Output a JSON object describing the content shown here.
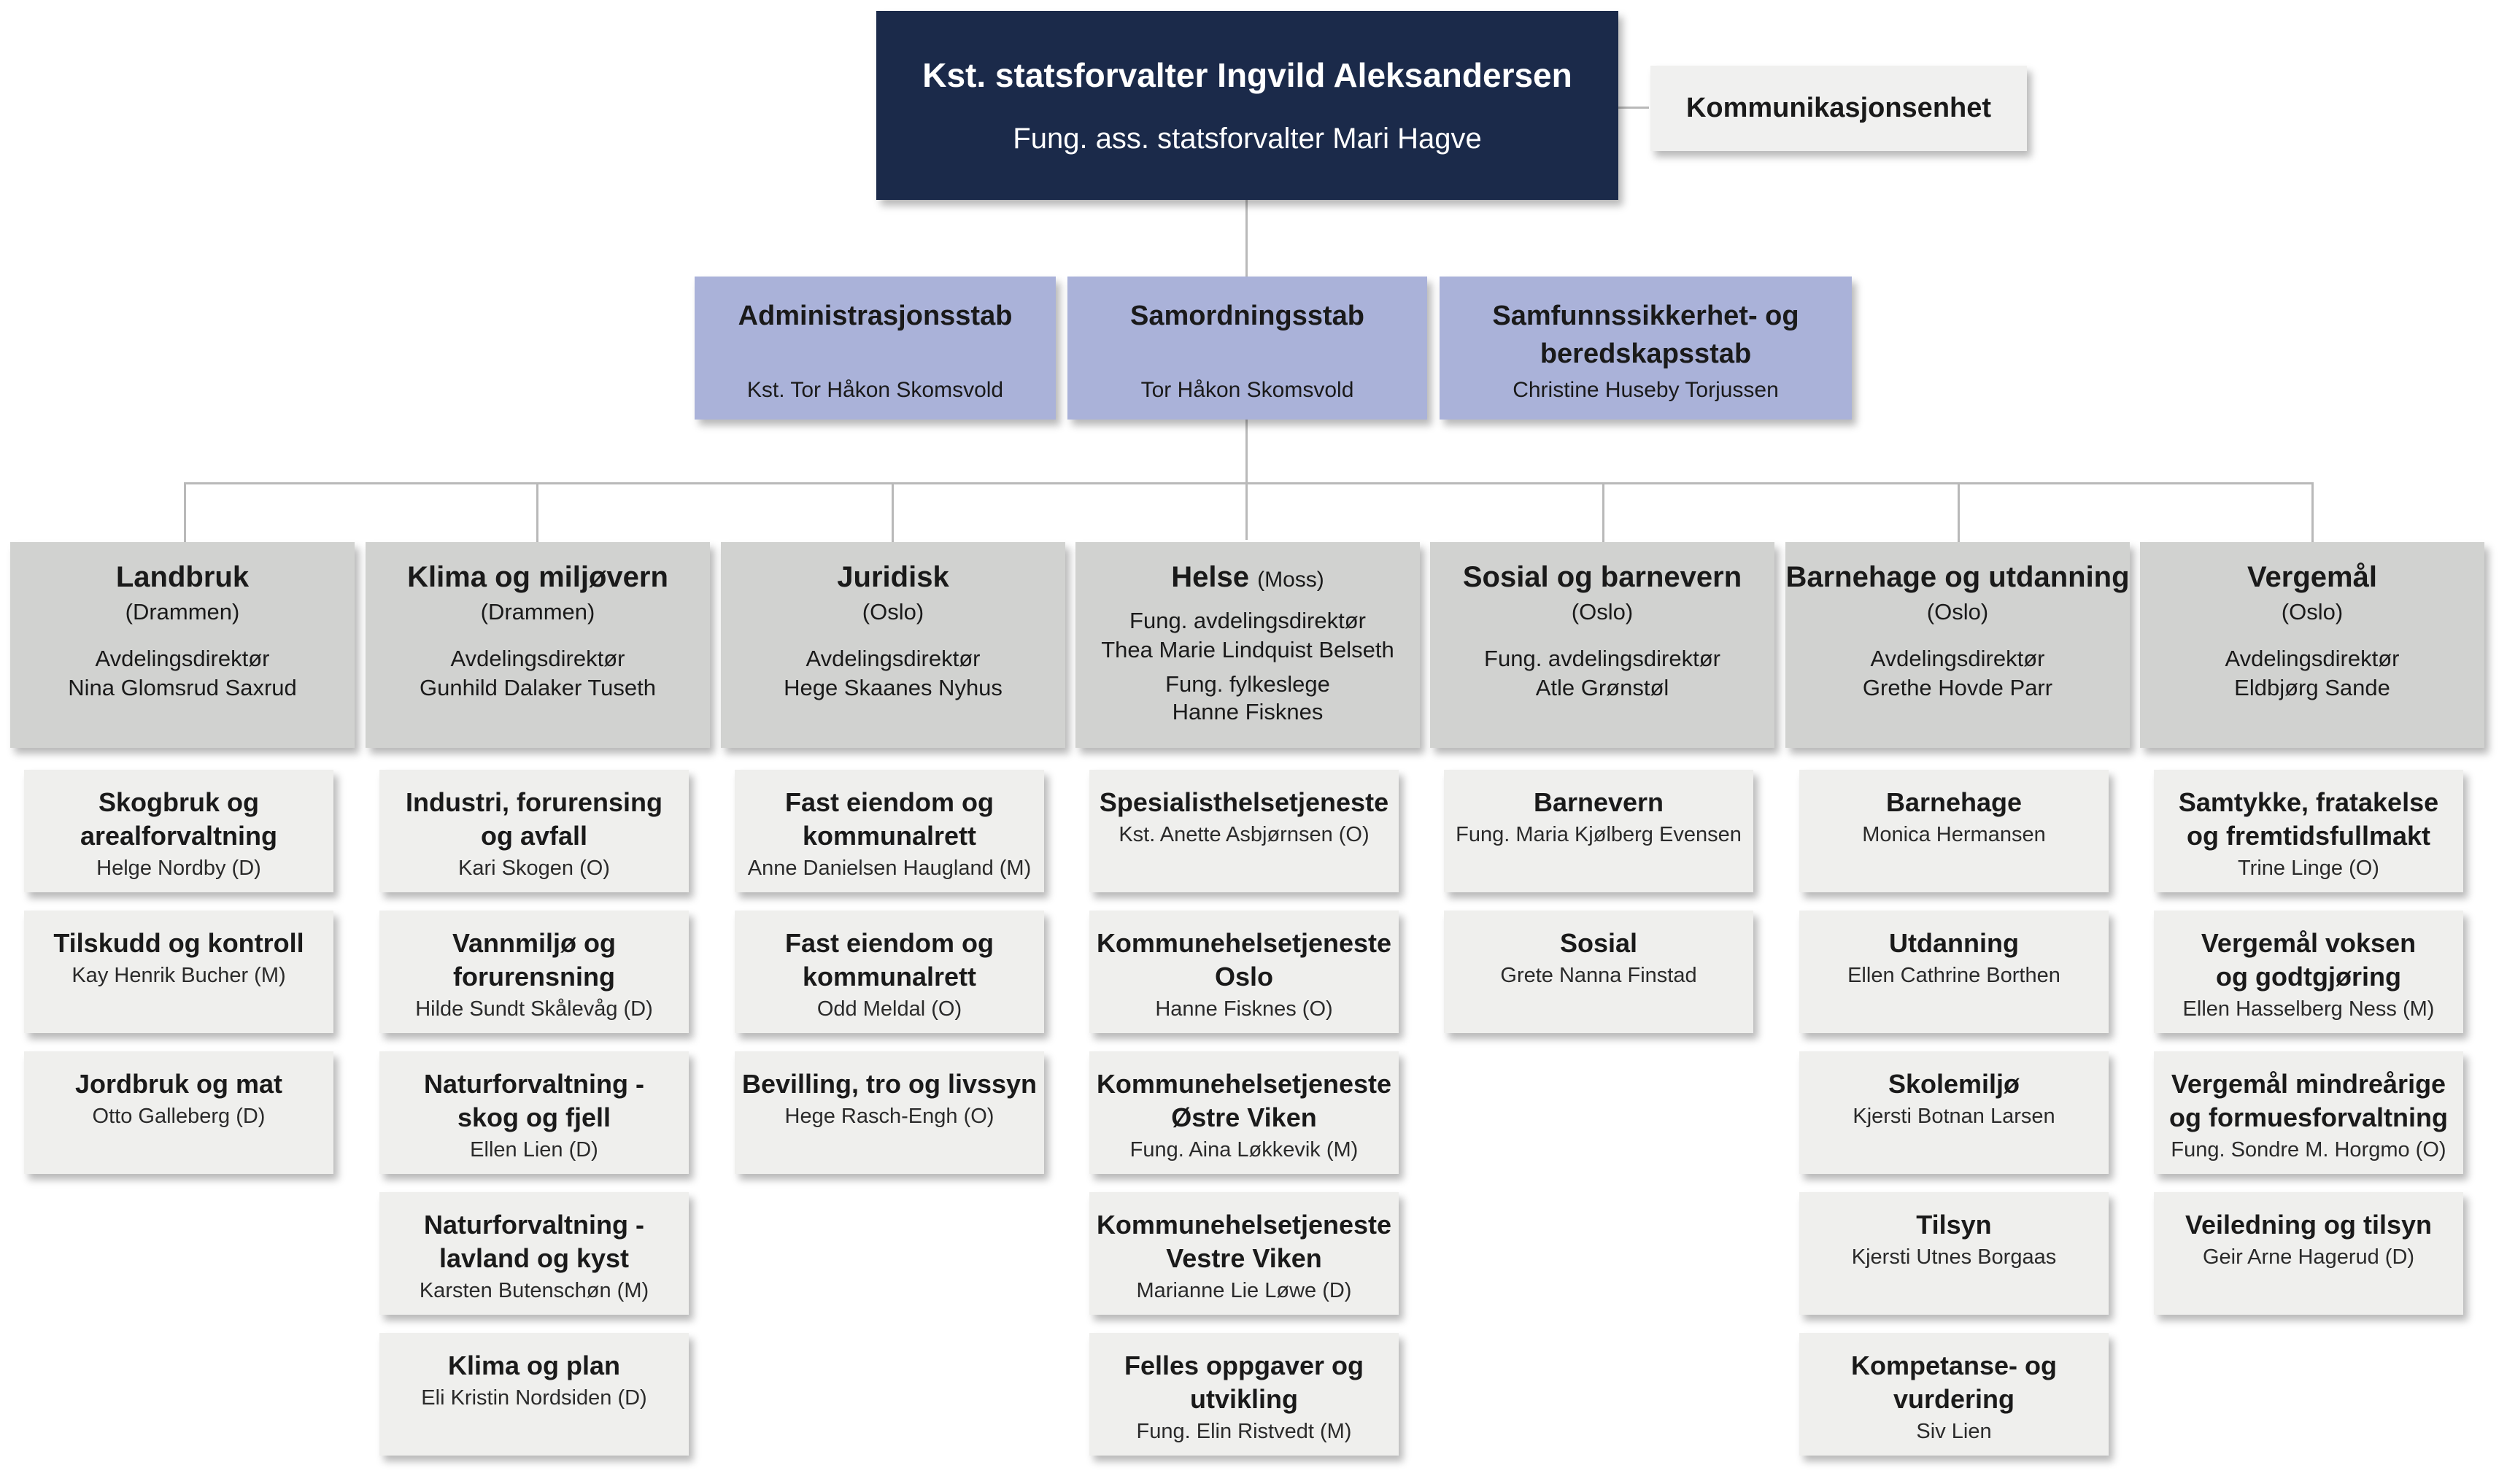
{
  "top": {
    "title": "Kst. statsforvalter Ingvild Aleksandersen",
    "subtitle": "Fung. ass. statsforvalter Mari Hagve"
  },
  "communication": {
    "name": "Kommunikasjonsenhet"
  },
  "staffs": [
    {
      "name_line1": "Administrasjonsstab",
      "name_line2": "",
      "head": "Kst. Tor Håkon Skomsvold"
    },
    {
      "name_line1": "Samordningsstab",
      "name_line2": "",
      "head": "Tor Håkon Skomsvold"
    },
    {
      "name_line1": "Samfunnssikkerhet- og",
      "name_line2": "beredskapsstab",
      "head": "Christine Huseby Torjussen"
    }
  ],
  "departments": [
    {
      "name": "Landbruk",
      "location": "(Drammen)",
      "head_lines": [
        "Avdelingsdirektør",
        "Nina Glomsrud Saxrud"
      ],
      "sections": [
        {
          "name_lines": [
            "Skogbruk og",
            "arealforvaltning"
          ],
          "head": "Helge Nordby (D)"
        },
        {
          "name_lines": [
            "Tilskudd og kontroll"
          ],
          "head": "Kay Henrik Bucher (M)"
        },
        {
          "name_lines": [
            "Jordbruk og mat"
          ],
          "head": "Otto Galleberg (D)"
        }
      ]
    },
    {
      "name": "Klima og miljøvern",
      "location": "(Drammen)",
      "head_lines": [
        "Avdelingsdirektør",
        "Gunhild Dalaker Tuseth"
      ],
      "sections": [
        {
          "name_lines": [
            "Industri, forurensing",
            "og avfall"
          ],
          "head": "Kari Skogen (O)"
        },
        {
          "name_lines": [
            "Vannmiljø og",
            "forurensning"
          ],
          "head": "Hilde Sundt Skålevåg (D)"
        },
        {
          "name_lines": [
            "Naturforvaltning -",
            "skog og fjell"
          ],
          "head": "Ellen Lien (D)"
        },
        {
          "name_lines": [
            "Naturforvaltning -",
            "lavland og kyst"
          ],
          "head": "Karsten Butenschøn (M)"
        },
        {
          "name_lines": [
            "Klima og plan"
          ],
          "head": "Eli Kristin Nordsiden (D)"
        }
      ]
    },
    {
      "name": "Juridisk",
      "location": "(Oslo)",
      "head_lines": [
        "Avdelingsdirektør",
        "Hege Skaanes Nyhus"
      ],
      "sections": [
        {
          "name_lines": [
            "Fast eiendom og",
            "kommunalrett"
          ],
          "head": "Anne Danielsen Haugland (M)"
        },
        {
          "name_lines": [
            "Fast eiendom og",
            "kommunalrett"
          ],
          "head": "Odd Meldal (O)"
        },
        {
          "name_lines": [
            "Bevilling, tro og livssyn"
          ],
          "head": "Hege Rasch-Engh (O)"
        }
      ]
    },
    {
      "name": "Helse",
      "location_inline": "(Moss)",
      "head_lines": [
        "Fung. avdelingsdirektør",
        "Thea Marie Lindquist Belseth"
      ],
      "head2_lines": [
        "Fung. fylkeslege",
        "Hanne Fisknes"
      ],
      "sections": [
        {
          "name_lines": [
            "Spesialisthelsetjeneste"
          ],
          "head": "Kst. Anette Asbjørnsen (O)"
        },
        {
          "name_lines": [
            "Kommunehelsetjeneste",
            "Oslo"
          ],
          "head": "Hanne Fisknes (O)"
        },
        {
          "name_lines": [
            "Kommunehelsetjeneste",
            "Østre Viken"
          ],
          "head": "Fung. Aina Løkkevik (M)"
        },
        {
          "name_lines": [
            "Kommunehelsetjeneste",
            "Vestre Viken"
          ],
          "head": "Marianne Lie Løwe (D)"
        },
        {
          "name_lines": [
            "Felles oppgaver og",
            "utvikling"
          ],
          "head": "Fung. Elin Ristvedt (M)"
        }
      ]
    },
    {
      "name": "Sosial og barnevern",
      "location": "(Oslo)",
      "head_lines": [
        "Fung. avdelingsdirektør",
        "Atle Grønstøl"
      ],
      "sections": [
        {
          "name_lines": [
            "Barnevern"
          ],
          "head": "Fung. Maria Kjølberg Evensen"
        },
        {
          "name_lines": [
            "Sosial"
          ],
          "head": "Grete Nanna Finstad"
        }
      ]
    },
    {
      "name": "Barnehage og utdanning",
      "location": "(Oslo)",
      "head_lines": [
        "Avdelingsdirektør",
        "Grethe Hovde Parr"
      ],
      "sections": [
        {
          "name_lines": [
            "Barnehage"
          ],
          "head": "Monica Hermansen"
        },
        {
          "name_lines": [
            "Utdanning"
          ],
          "head": "Ellen Cathrine Borthen"
        },
        {
          "name_lines": [
            "Skolemiljø"
          ],
          "head": "Kjersti Botnan Larsen"
        },
        {
          "name_lines": [
            "Tilsyn"
          ],
          "head": "Kjersti Utnes Borgaas"
        },
        {
          "name_lines": [
            "Kompetanse- og",
            "vurdering"
          ],
          "head": "Siv Lien"
        }
      ]
    },
    {
      "name": "Vergemål",
      "location": "(Oslo)",
      "head_lines": [
        "Avdelingsdirektør",
        "Eldbjørg Sande"
      ],
      "sections": [
        {
          "name_lines": [
            "Samtykke, fratakelse",
            "og fremtidsfullmakt"
          ],
          "head": "Trine Linge (O)"
        },
        {
          "name_lines": [
            "Vergemål voksen",
            "og godtgjøring"
          ],
          "head": "Ellen Hasselberg Ness (M)"
        },
        {
          "name_lines": [
            "Vergemål mindreårige",
            "og formuesforvaltning"
          ],
          "head": "Fung. Sondre M. Horgmo (O)"
        },
        {
          "name_lines": [
            "Veiledning og tilsyn"
          ],
          "head": "Geir Arne Hagerud (D)"
        }
      ]
    }
  ]
}
